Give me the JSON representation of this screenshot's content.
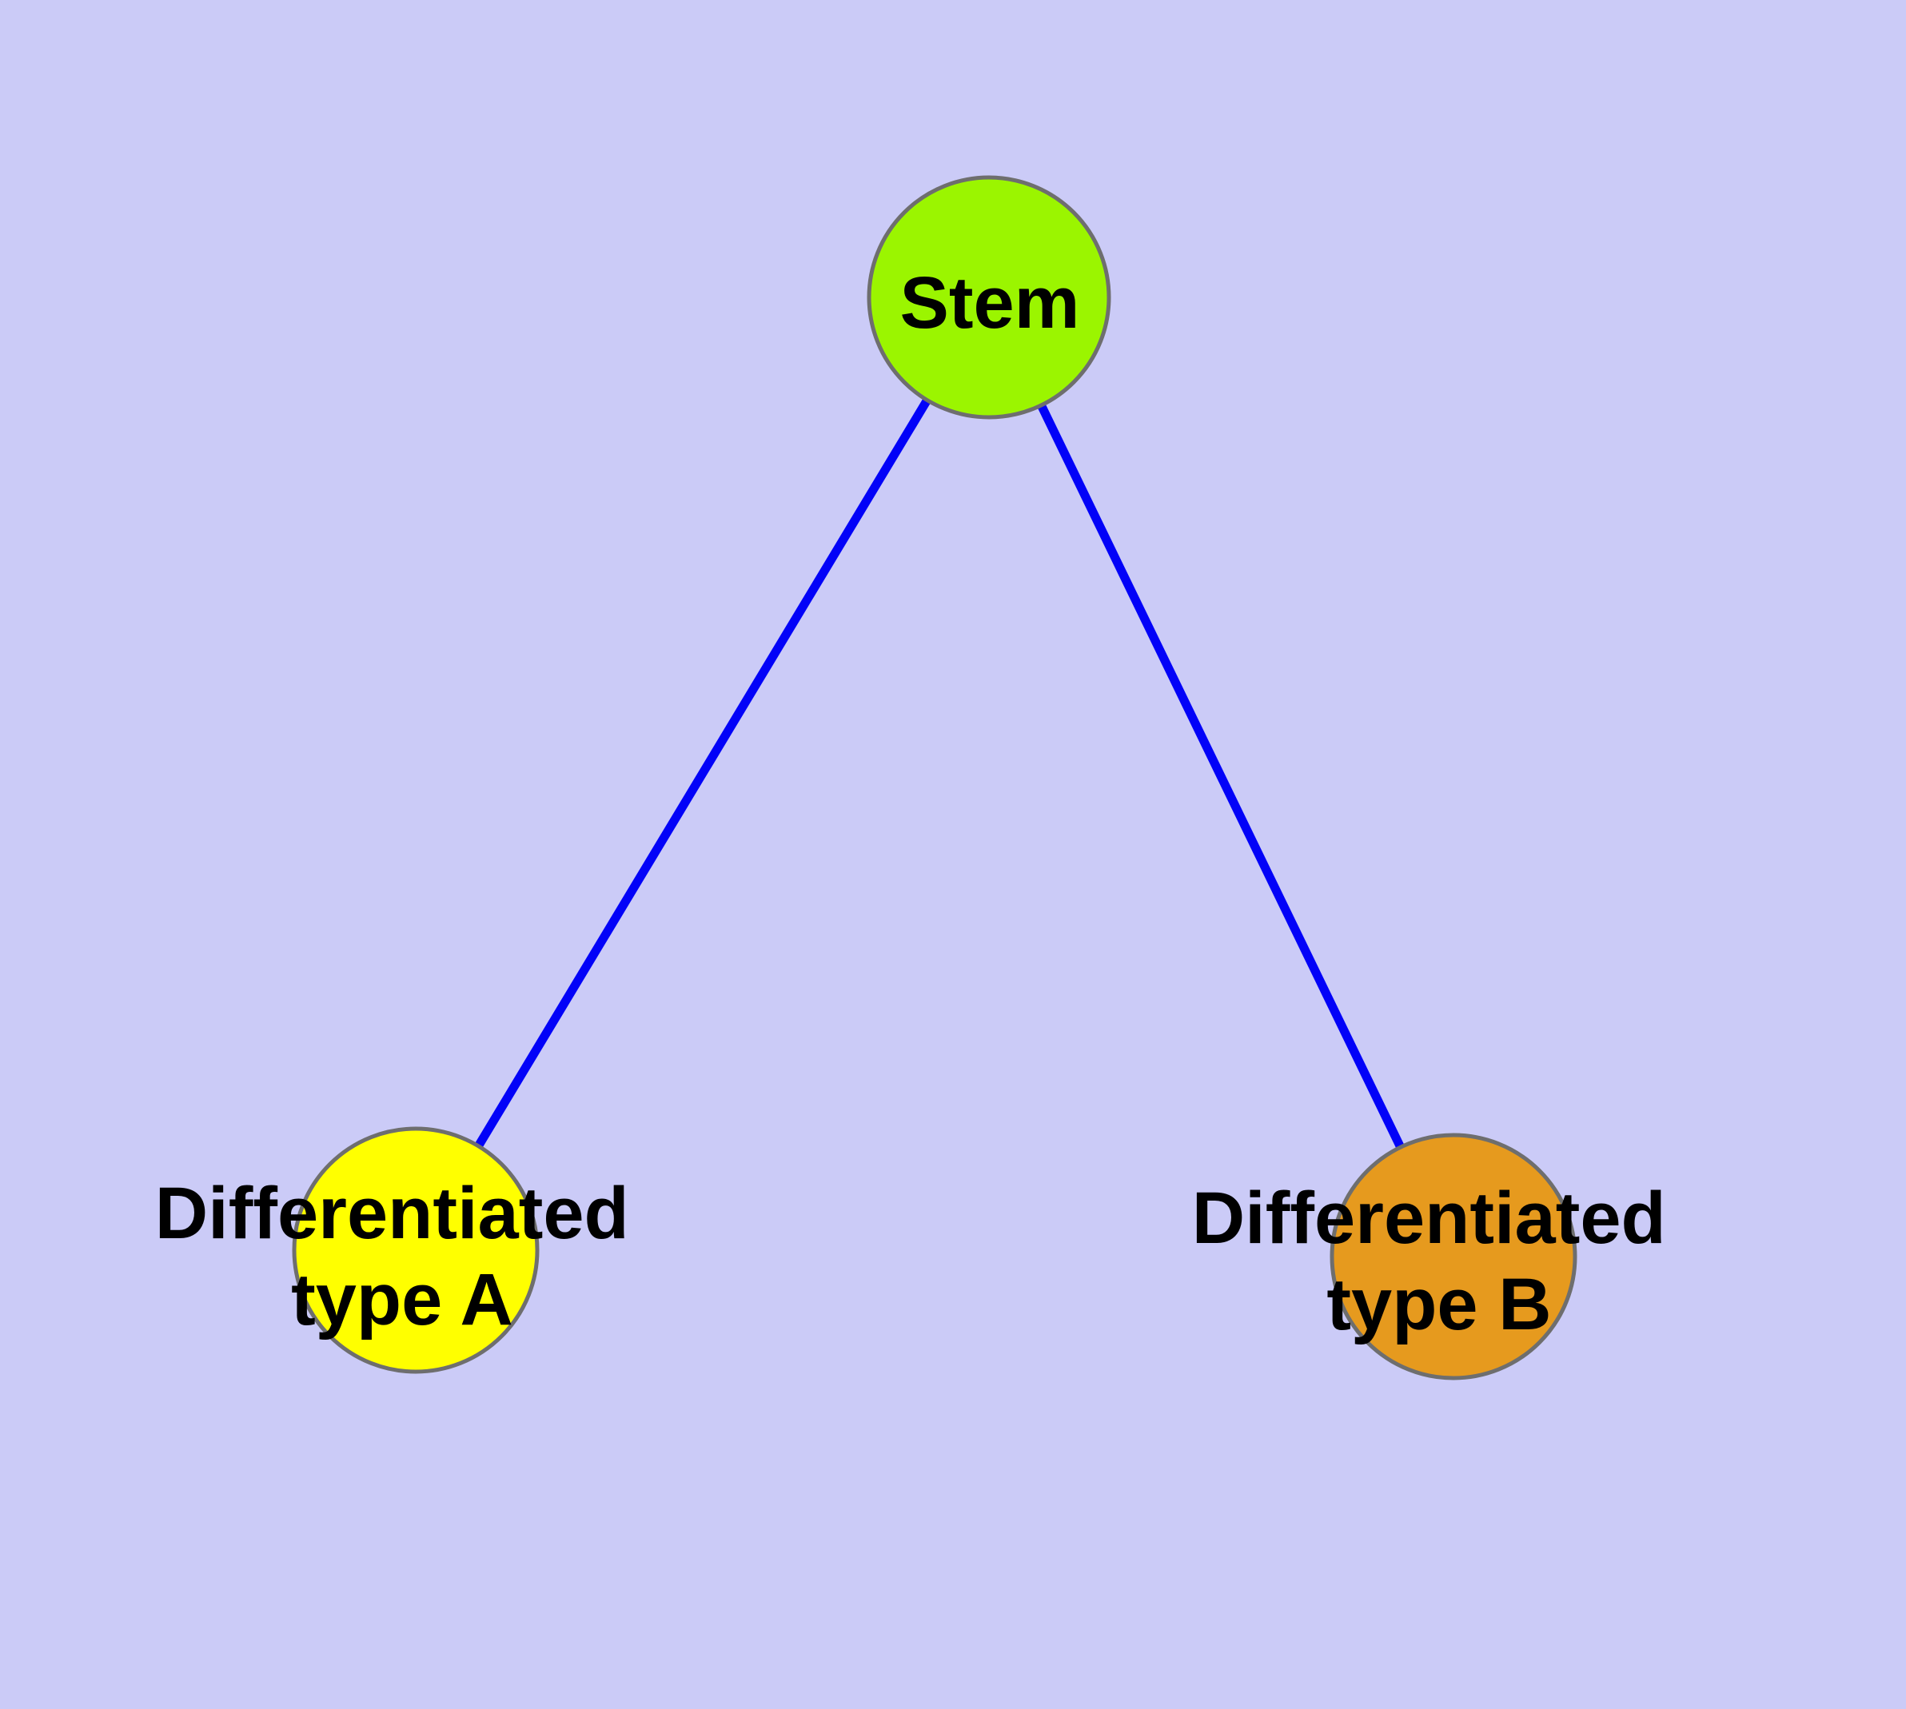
{
  "diagram": {
    "description": "Cell differentiation graph",
    "background_color": "#CBCBF7",
    "edge_color": "#0202F8",
    "node_border_color": "#6E6E6E",
    "label_color": "#000000",
    "nodes": [
      {
        "id": "stem",
        "label": "Stem",
        "color": "#9BF500"
      },
      {
        "id": "type-a",
        "label_lines": [
          "Differentiated",
          "type A"
        ],
        "color": "#FFFF00"
      },
      {
        "id": "type-b",
        "label_lines": [
          "Differentiated",
          "type B"
        ],
        "color": "#E69A1E"
      }
    ],
    "edges": [
      {
        "from": "stem",
        "to": "type-a"
      },
      {
        "from": "stem",
        "to": "type-b"
      }
    ]
  }
}
